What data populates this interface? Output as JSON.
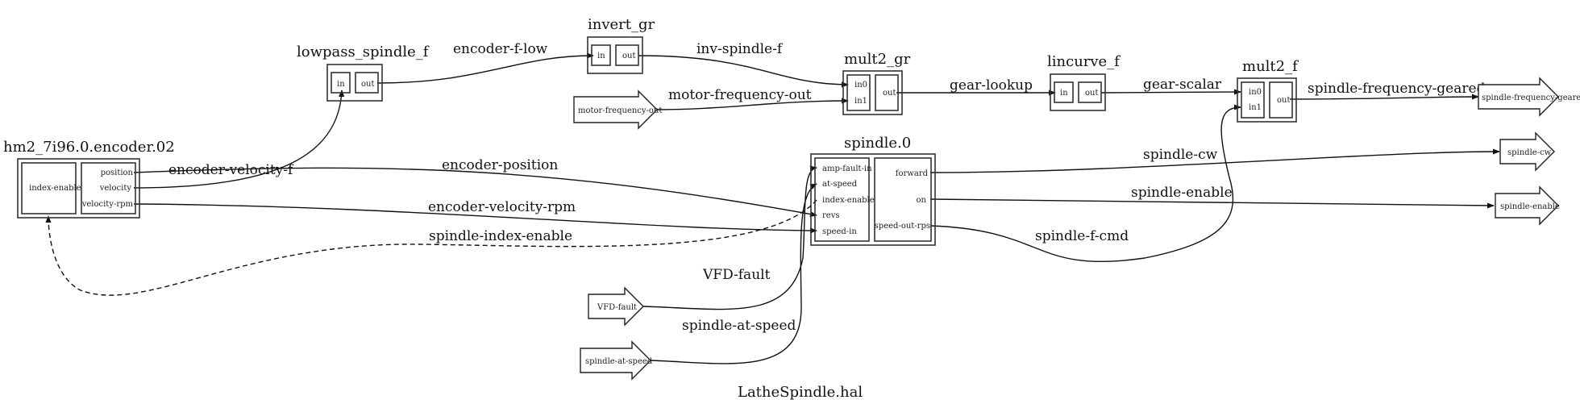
{
  "diagram_title": "LatheSpindle.hal",
  "components": {
    "encoder": {
      "title": "hm2_7i96.0.encoder.02",
      "inputs": [
        "index-enable"
      ],
      "outputs": [
        "position",
        "velocity",
        "velocity-rpm"
      ]
    },
    "lowpass": {
      "title": "lowpass_spindle_f",
      "inputs": [
        "in"
      ],
      "outputs": [
        "out"
      ]
    },
    "invert": {
      "title": "invert_gr",
      "inputs": [
        "in"
      ],
      "outputs": [
        "out"
      ]
    },
    "mult2_gr": {
      "title": "mult2_gr",
      "inputs": [
        "in0",
        "in1"
      ],
      "outputs": [
        "out"
      ]
    },
    "lincurve": {
      "title": "lincurve_f",
      "inputs": [
        "in"
      ],
      "outputs": [
        "out"
      ]
    },
    "mult2_f": {
      "title": "mult2_f",
      "inputs": [
        "in0",
        "in1"
      ],
      "outputs": [
        "out"
      ]
    },
    "spindle": {
      "title": "spindle.0",
      "inputs": [
        "amp-fault-in",
        "at-speed",
        "index-enable",
        "revs",
        "speed-in"
      ],
      "outputs": [
        "forward",
        "on",
        "speed-out-rps"
      ]
    }
  },
  "signals_in": {
    "motor_frequency_out": "motor-frequency-out",
    "vfd_fault": "VFD-fault",
    "spindle_at_speed": "spindle-at-speed"
  },
  "signals_out": {
    "spindle_frequency_geared": "spindle-frequency-geared",
    "spindle_cw": "spindle-cw",
    "spindle_enable": "spindle-enable"
  },
  "nets": {
    "encoder_velocity_f": "encoder-velocity-f",
    "encoder_f_low": "encoder-f-low",
    "inv_spindle_f": "inv-spindle-f",
    "motor_frequency_out": "motor-frequency-out",
    "gear_lookup": "gear-lookup",
    "gear_scalar": "gear-scalar",
    "spindle_frequency_geared": "spindle-frequency-geared",
    "encoder_position": "encoder-position",
    "encoder_velocity_rpm": "encoder-velocity-rpm",
    "spindle_index_enable": "spindle-index-enable",
    "spindle_cw": "spindle-cw",
    "spindle_enable": "spindle-enable",
    "spindle_f_cmd": "spindle-f-cmd",
    "vfd_fault": "VFD-fault",
    "spindle_at_speed": "spindle-at-speed"
  }
}
